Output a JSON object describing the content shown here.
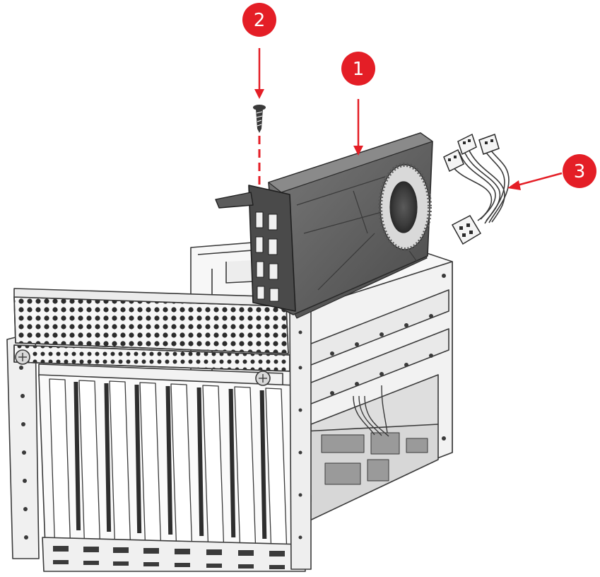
{
  "colors": {
    "callout": "#e41e26",
    "callout_text": "#ffffff",
    "line_art": "#3a3a3a",
    "gpu_body": "#585858",
    "gpu_shroud": "#6e6e6e",
    "cage_fill": "#f4f4f4"
  },
  "callouts": [
    {
      "label": "1",
      "meaning": "gpu-card"
    },
    {
      "label": "2",
      "meaning": "bracket-screw"
    },
    {
      "label": "3",
      "meaning": "power-cable"
    }
  ],
  "illustration": {
    "subject": "gpu-installation-into-riser-cage",
    "icons": [
      "gpu-card-icon",
      "screw-icon",
      "power-cable-icon",
      "riser-cage-icon"
    ]
  }
}
